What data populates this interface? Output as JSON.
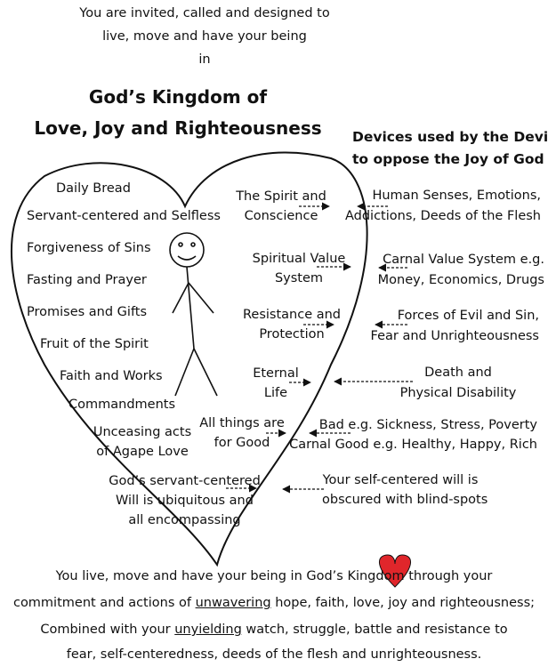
{
  "intro": {
    "line1": "You are invited, called and designed to",
    "line2": "live, move and have your being",
    "line3": "in"
  },
  "title": {
    "line1": "God’s Kingdom of",
    "line2": "Love, Joy and Righteousness"
  },
  "devices_title": {
    "line1": "Devices used by the Devil",
    "line2": "to oppose the Joy of God"
  },
  "kingdom_items": [
    "Daily Bread",
    "Servant-centered and Selfless",
    "Forgiveness of Sins",
    "Fasting and Prayer",
    "Promises and Gifts",
    "Fruit of the Spirit",
    "Faith and Works",
    "Commandments",
    "Unceasing acts",
    "of Agape Love",
    "God’s servant-centered",
    "Will is ubiquitous and",
    "all encompassing"
  ],
  "inner_items": [
    {
      "line1": "The Spirit and",
      "line2": "Conscience"
    },
    {
      "line1": "Spiritual Value",
      "line2": "System"
    },
    {
      "line1": "Resistance and",
      "line2": "Protection"
    },
    {
      "line1": "Eternal",
      "line2": "Life"
    },
    {
      "line1": "All things are",
      "line2": "for Good"
    }
  ],
  "devil_devices": [
    {
      "line1": "Human Senses, Emotions,",
      "line2": "Addictions, Deeds of the Flesh"
    },
    {
      "line1": "Carnal Value System e.g.",
      "line2": "Money, Economics, Drugs"
    },
    {
      "line1": "Forces of Evil and Sin,",
      "line2": "Fear and Unrighteousness"
    },
    {
      "line1": "Death and",
      "line2": "Physical Disability"
    },
    {
      "line1": "Bad e.g. Sickness, Stress, Poverty",
      "line2": "Carnal Good e.g. Healthy, Happy, Rich"
    },
    {
      "line1": "Your self-centered will is",
      "line2": "obscured with blind-spots"
    }
  ],
  "bottom": {
    "line1": "You live, move and have your being in God’s Kingdom through your",
    "line2_pre": "commitment and actions of ",
    "line2_u": "unwavering",
    "line2_post": " hope, faith, love, joy and righteousness;",
    "line3_pre": "Combined with your ",
    "line3_u": "unyielding",
    "line3_post": " watch, struggle, battle and resistance to",
    "line4": "fear, self-centeredness, deeds of the flesh and unrighteousness."
  },
  "colors": {
    "heart_fill": "#e0262b",
    "ink": "#111111"
  },
  "icons": [
    "heart-outline",
    "stick-figure",
    "red-heart-icon",
    "dashed-arrow-icon"
  ]
}
